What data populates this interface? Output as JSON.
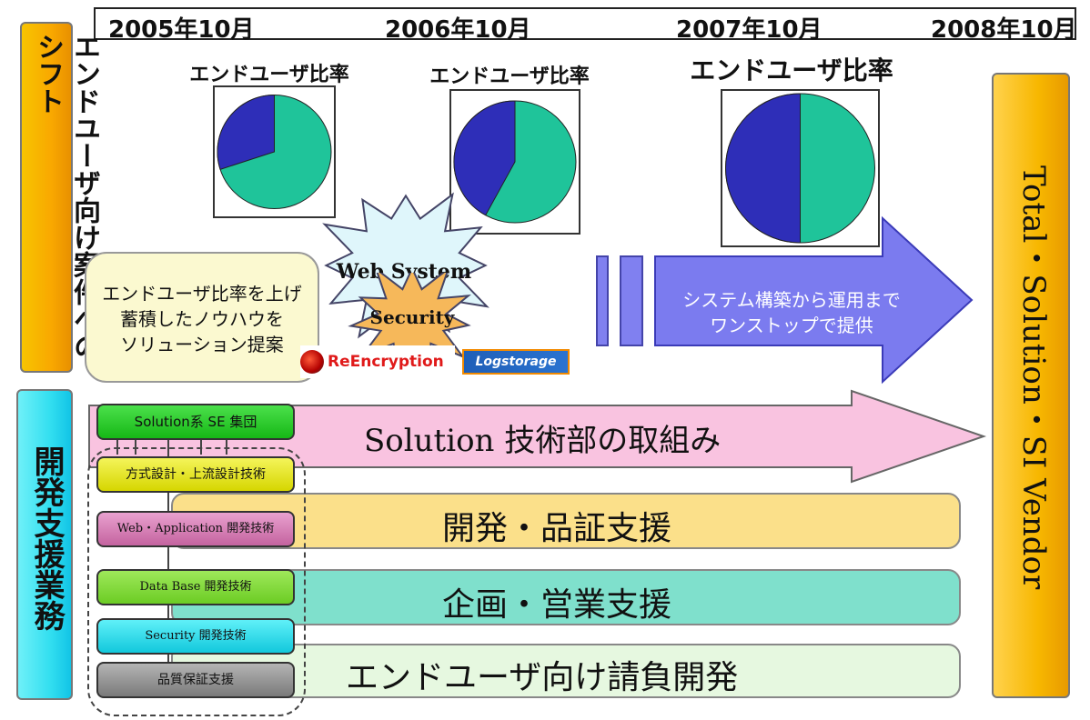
{
  "timeline": {
    "dates": [
      "2005年10月",
      "2006年10月",
      "2007年10月",
      "2008年10月"
    ]
  },
  "left_scroll_top": {
    "text": "エンドユーザ向け案件へのシフト"
  },
  "left_scroll_bottom": {
    "text": "開発支援業務"
  },
  "right_scroll": {
    "text": "Total・Solution・SI Vendor"
  },
  "pies": [
    {
      "title": "エンドユーザ比率",
      "enduser_share": 0.3
    },
    {
      "title": "エンドユーザ比率",
      "enduser_share": 0.42
    },
    {
      "title": "エンドユーザ比率",
      "enduser_share": 0.5
    }
  ],
  "bubble": {
    "lines": [
      "エンドユーザ比率を上げ",
      "蓄積したノウハウを",
      "ソリューション提案"
    ]
  },
  "burst_web": "Web System",
  "burst_security": "Security",
  "logos": {
    "reencryption": "ReEncryption",
    "logstorage": "Logstorage"
  },
  "big_arrow": {
    "lines": [
      "システム構築から運用まで",
      "ワンストップで提供"
    ]
  },
  "solution_arrow": "Solution 技術部の取組み",
  "bars": [
    "開発・品証支援",
    "企画・営業支援",
    "エンドユーザ向け請負開発"
  ],
  "skills": [
    "Solution系 SE 集団",
    "方式設計・上流設計技術",
    "Web・Application 開発技術",
    "Data Base 開発技術",
    "Security 開発技術",
    "品質保証支援"
  ],
  "colors": {
    "pie_enduser": "#2e2eb8",
    "pie_other": "#1fc49a",
    "arrow_blue": "#7b7bef",
    "arrow_pink": "#f9c3e0",
    "bar_yellow": "#fbe08a",
    "bar_teal": "#7fe0cc",
    "bar_mint": "#e6f8e0",
    "scroll_orange": "#f5b800",
    "scroll_cyan": "#33e0f0"
  }
}
